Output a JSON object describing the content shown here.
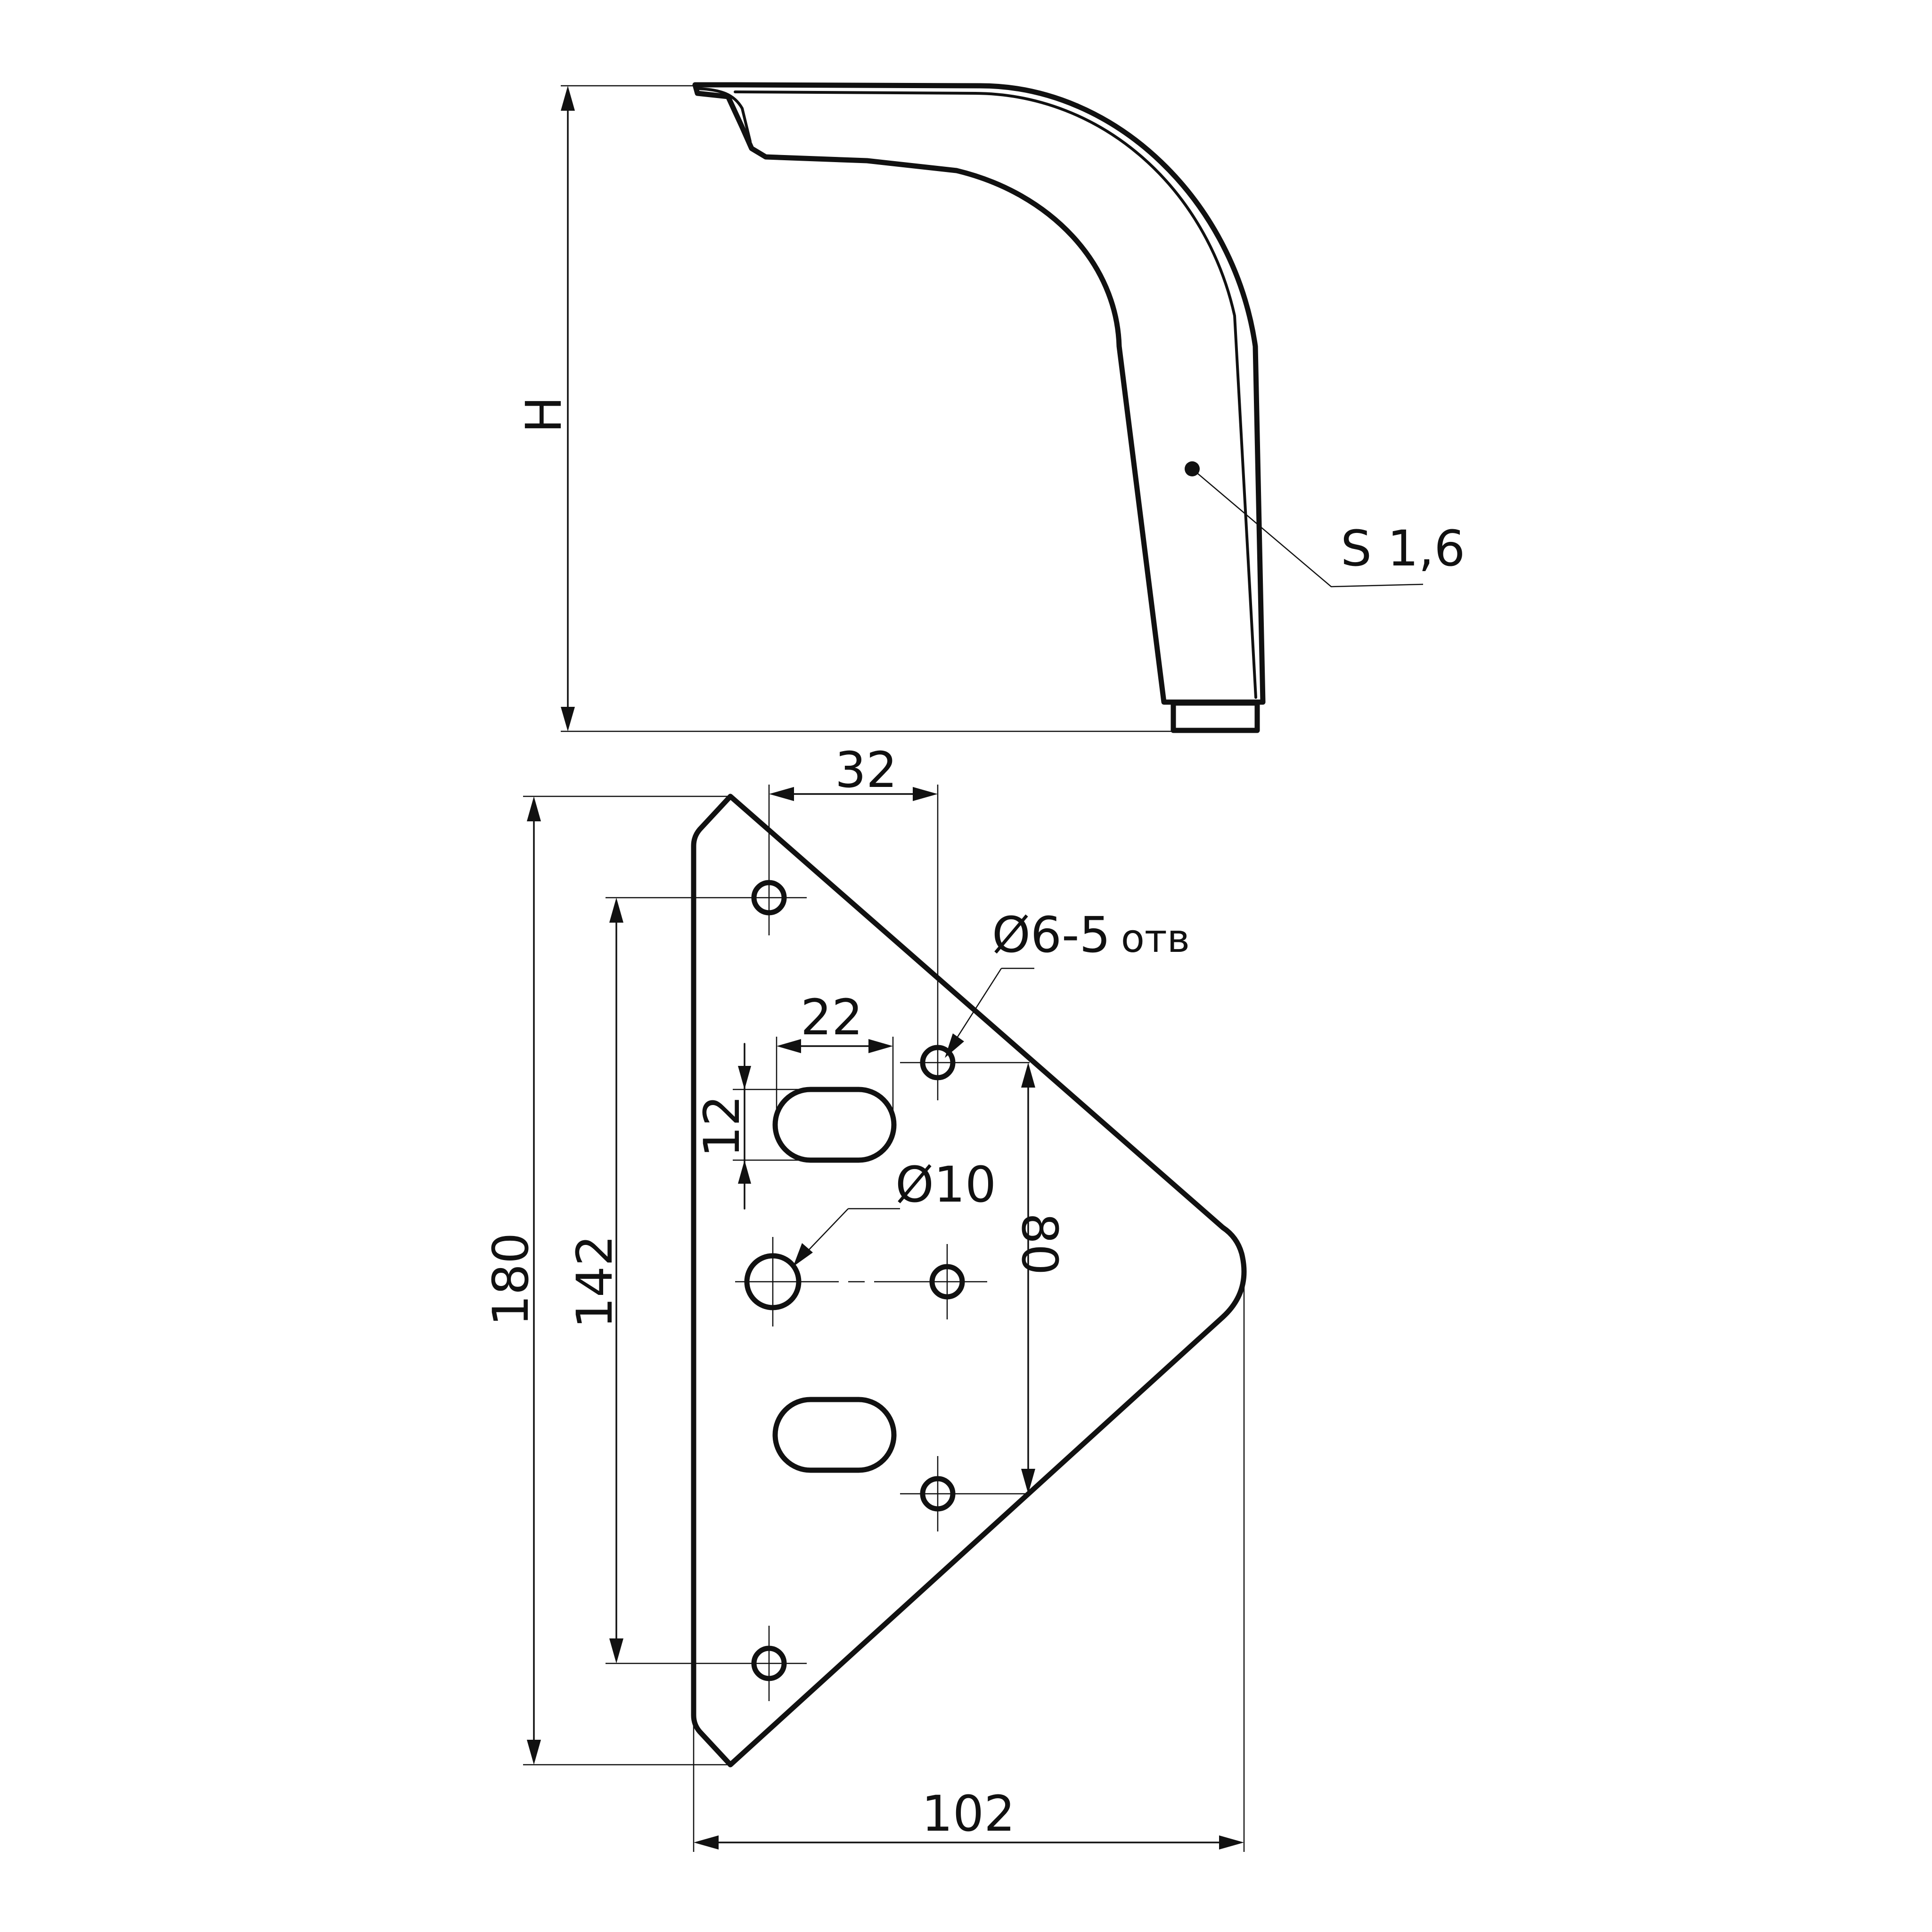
{
  "side_view": {
    "height_label": "H",
    "thickness_label": "S 1,6"
  },
  "plan_view": {
    "dim_top": "32",
    "dim_slot_length": "22",
    "dim_slot_width": "12",
    "dim_holes_spacing": "80",
    "dim_inner_height": "142",
    "dim_total_height": "180",
    "dim_width": "102",
    "callout_small_holes_diameter": "Ø6-5",
    "callout_small_holes_suffix": "отв",
    "callout_large_hole": "Ø10"
  }
}
